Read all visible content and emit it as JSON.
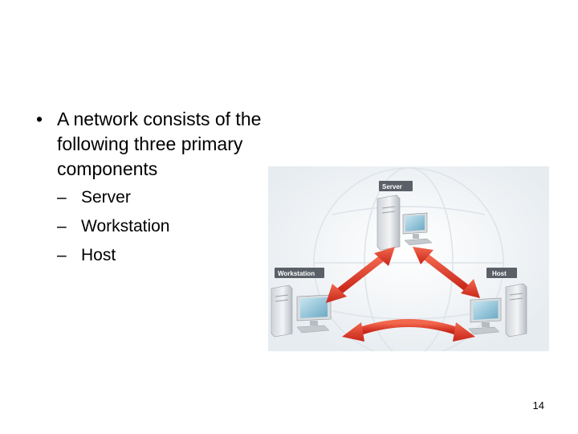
{
  "slide": {
    "bullet_char": "•",
    "main_bullet": "A network consists of the following three primary components",
    "dash_char": "–",
    "sub_items": [
      "Server",
      "Workstation",
      "Host"
    ],
    "page_number": "14"
  },
  "figure": {
    "labels": {
      "server": "Server",
      "workstation": "Workstation",
      "host": "Host"
    },
    "colors": {
      "arrow": "#e53a1f",
      "tag": "#5b6068",
      "monitor_screen": "#8ec3d8"
    }
  }
}
